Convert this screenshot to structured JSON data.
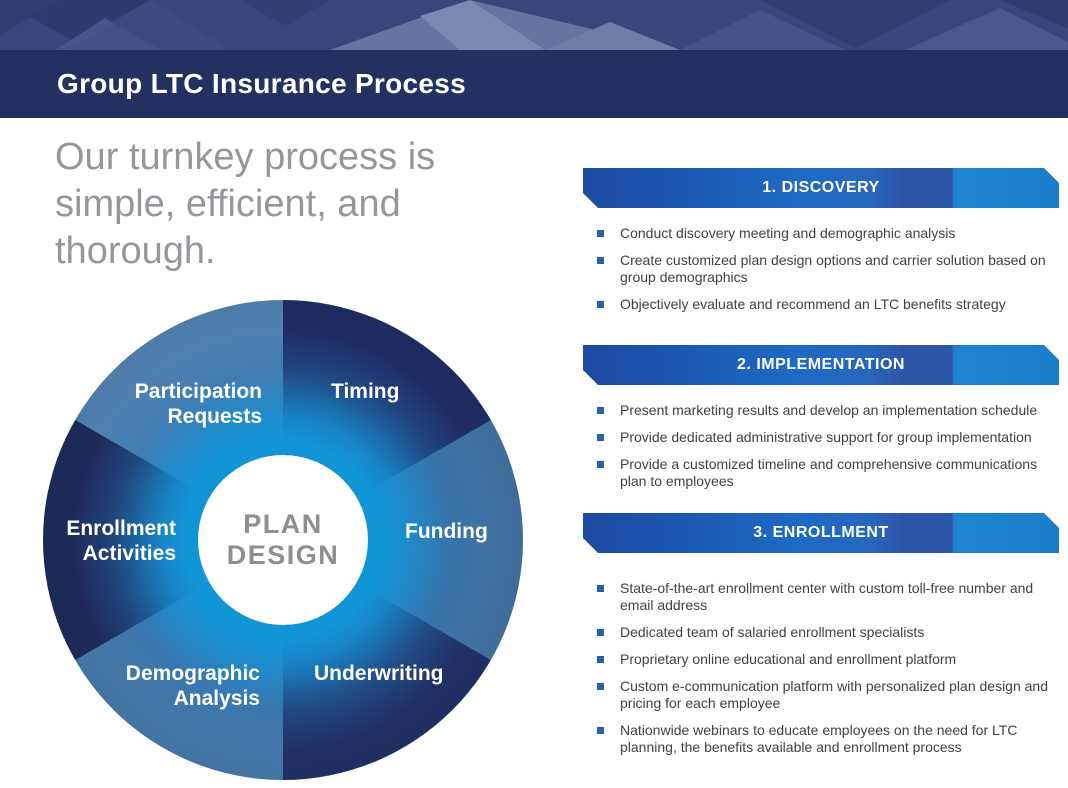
{
  "header": {
    "title": "Group LTC Insurance Process"
  },
  "intro": {
    "text": "Our turnkey process is simple, efficient, and thorough."
  },
  "diagram": {
    "center": {
      "line1": "PLAN",
      "line2": "DESIGN"
    },
    "glow_color": "#1195d6",
    "segments": [
      {
        "label": "Timing",
        "color": "#1e2c62"
      },
      {
        "label": "Funding",
        "color": "#41719f"
      },
      {
        "label": "Underwriting",
        "color": "#203063"
      },
      {
        "label": "Demographic Analysis",
        "color": "#4577a7"
      },
      {
        "label": "Enrollment Activities",
        "color": "#1d2a58"
      },
      {
        "label": "Participation Requests",
        "color": "#5080ae"
      }
    ]
  },
  "sections": [
    {
      "title": "1. DISCOVERY",
      "bullets": [
        "Conduct discovery meeting and demographic analysis",
        "Create customized plan design options and carrier solution based on group demographics",
        "Objectively evaluate and recommend an LTC benefits strategy"
      ]
    },
    {
      "title": "2. IMPLEMENTATION",
      "bullets": [
        "Present marketing results and develop an implementation schedule",
        "Provide dedicated administrative support for group implementation",
        "Provide a customized timeline and comprehensive communications plan to employees"
      ]
    },
    {
      "title": "3. ENROLLMENT",
      "bullets": [
        "State-of-the-art enrollment center with custom toll-free number and email address",
        "Dedicated team of salaried enrollment specialists",
        "Proprietary online educational and enrollment platform",
        "Custom e-communication platform with personalized plan design and pricing for each employee",
        "Nationwide webinars to educate employees on the need for LTC planning, the benefits available and enrollment process"
      ]
    }
  ],
  "colors": {
    "title_bar": "#233060",
    "top_band_base": "#38467c",
    "banner_left": "#1d4aa0",
    "banner_center": "#1e6ac4",
    "banner_azure": "#1f85d1",
    "bullet_square": "#2b5fa5",
    "body_text": "#3e4246",
    "intro_text": "#94979b",
    "hub_text": "#8c8e90"
  }
}
